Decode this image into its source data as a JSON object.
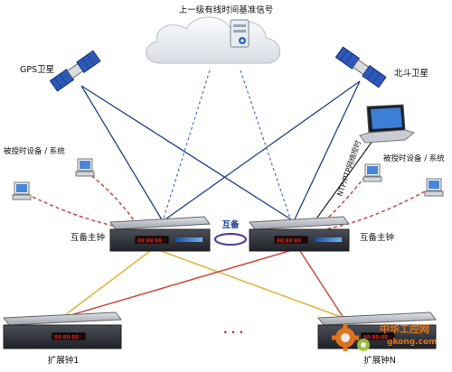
{
  "labels": {
    "cloud_title": "上一级有线时间基准信号",
    "gps": "GPS卫星",
    "beidou": "北斗卫星",
    "client_left": "被授时设备 / 系统",
    "client_right": "被授时设备 / 系统",
    "backup_link": "互备",
    "master_left": "互备主钟",
    "master_right": "互备主钟",
    "ntp_link": "NTP/PTP网络授时",
    "ext_left": "扩展钟1",
    "ext_right": "扩展钟N",
    "ellipsis": "· · ·",
    "watermark_cn": "中华工控网",
    "watermark_url": "gkong.com"
  },
  "colors": {
    "blue_link": "#1f3f8f",
    "dash_blue": "#3a63b8",
    "dash_red": "#c83a3a",
    "yellow_link": "#e2b53a",
    "red_link": "#d24a3a",
    "backup_ring": "#5a3fa0",
    "watermark": "#f07a1a"
  },
  "icons": {
    "satellite": "satellite-icon",
    "server": "server-icon",
    "laptop": "laptop-icon",
    "workstation": "workstation-icon",
    "rack": "rack-clock-icon",
    "gear": "gear-icon"
  }
}
